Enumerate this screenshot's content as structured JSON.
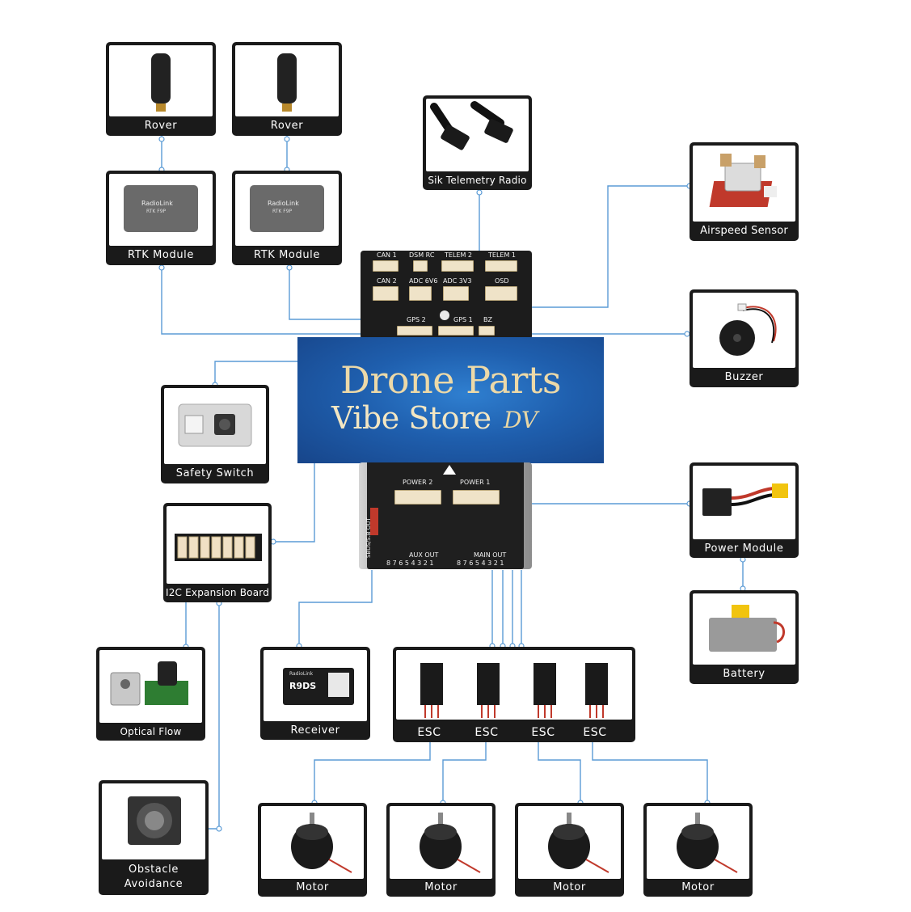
{
  "brand": {
    "line1": "Drone Parts",
    "line2": "Vibe Store",
    "mark": "DV"
  },
  "colors": {
    "wire": "#5b9bd5",
    "card": "#1a1a1a",
    "brand_blue": "#1f5fae",
    "brand_gold": "#ecd9a8"
  },
  "components": {
    "rover1": "Rover",
    "rover2": "Rover",
    "rtk1": "RTK Module",
    "rtk2": "RTK Module",
    "telemetry": "Sik Telemetry Radio",
    "airspeed": "Airspeed Sensor",
    "buzzer": "Buzzer",
    "safety": "Safety Switch",
    "i2c": "I2C Expansion Board",
    "power_module": "Power Module",
    "battery": "Battery",
    "optical": "Optical Flow",
    "obstacle": "Obstacle Avoidance",
    "receiver": "Receiver",
    "esc1": "ESC",
    "esc2": "ESC",
    "esc3": "ESC",
    "esc4": "ESC",
    "motor1": "Motor",
    "motor2": "Motor",
    "motor3": "Motor",
    "motor4": "Motor"
  },
  "modules_text": {
    "rtk_brand": "RadioLink",
    "rtk_model": "RTK F9P",
    "receiver_brand": "RadioLink",
    "receiver_model": "R9DS"
  },
  "fc_ports": {
    "can1": "CAN 1",
    "dsm": "DSM RC",
    "telem2": "TELEM 2",
    "telem1": "TELEM 1",
    "can2": "CAN 2",
    "adc66": "ADC 6V6",
    "adc33": "ADC 3V3",
    "osd": "OSD",
    "gps2": "GPS 2",
    "gps1": "GPS 1",
    "bz": "BZ",
    "power2": "POWER 2",
    "power1": "POWER 1",
    "aux_out": "AUX OUT",
    "main_out": "MAIN OUT",
    "aux_nums": "8 7 6 5 4 3 2 1",
    "main_nums": "8 7 6 5 4 3 2 1",
    "sbus": "SBUS/S.B OUT"
  }
}
